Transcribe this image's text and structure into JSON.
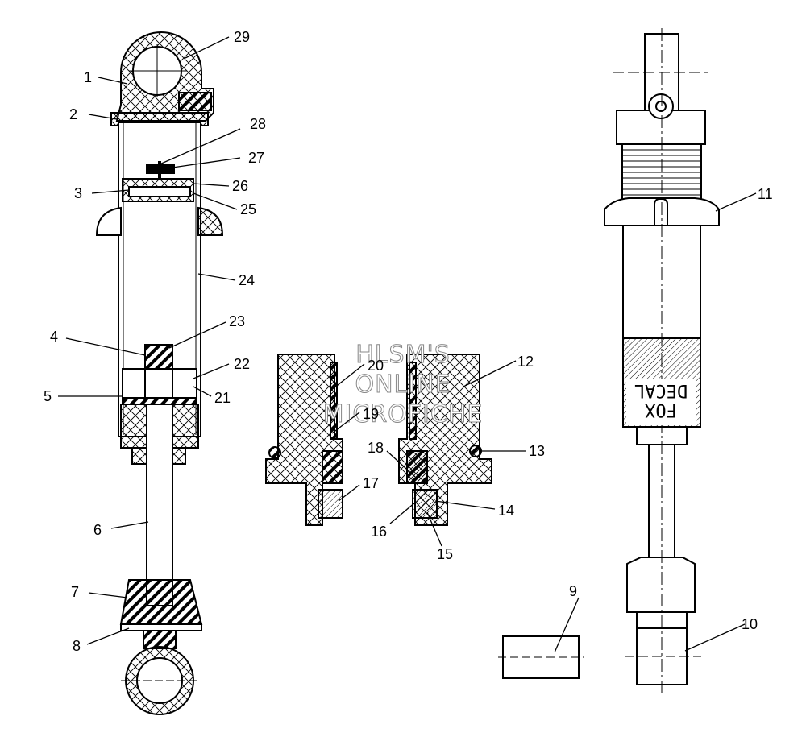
{
  "diagram": {
    "callouts": [
      "1",
      "2",
      "3",
      "4",
      "5",
      "6",
      "7",
      "8",
      "9",
      "10",
      "11",
      "12",
      "13",
      "14",
      "15",
      "16",
      "17",
      "18",
      "19",
      "20",
      "21",
      "22",
      "23",
      "24",
      "25",
      "26",
      "27",
      "28",
      "29"
    ],
    "watermark": [
      "HLSM'S",
      "ONLINE",
      "MICROFICHE"
    ],
    "decal": [
      "DECAL",
      "FOX"
    ]
  }
}
